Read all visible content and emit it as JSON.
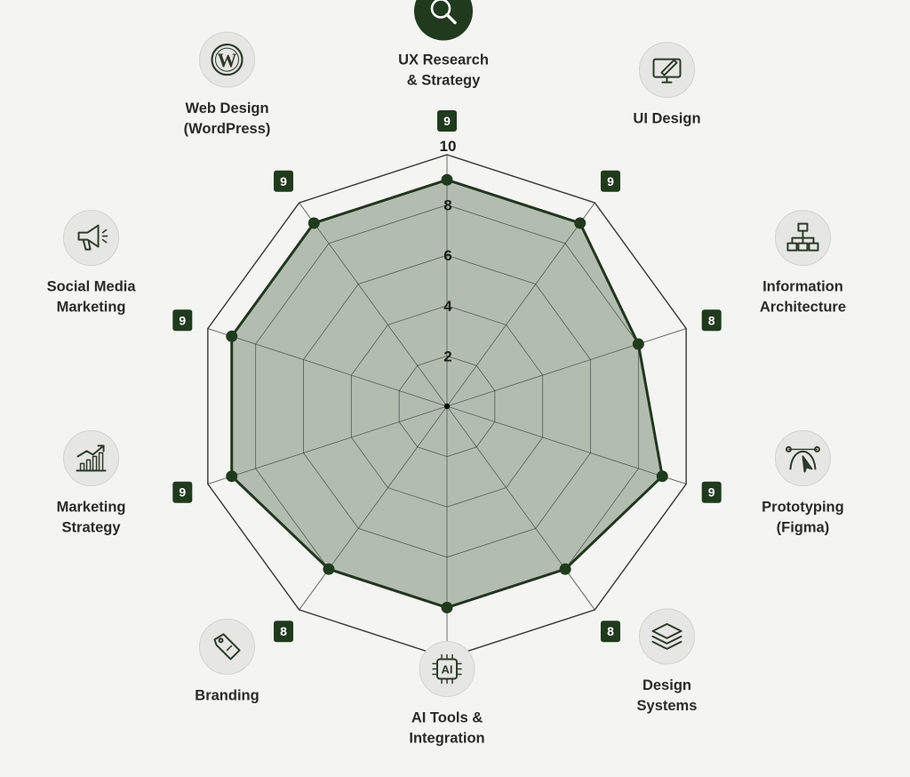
{
  "chart_data": {
    "type": "radar",
    "rlim": [
      0,
      10
    ],
    "ticks": [
      "2",
      "4",
      "6",
      "8",
      "10"
    ],
    "grid": true,
    "colors": {
      "fill": "#a8b5a5",
      "line": "#22361f",
      "marker": "#1f3a1d",
      "badge": "#1f3a1d",
      "grid": "#2b2b2b",
      "icon_bg": "#e6e6e2",
      "icon_bg_active": "#1f3a1d"
    },
    "axes": [
      {
        "label": [
          "UX Research",
          "& Strategy"
        ],
        "value": 9,
        "icon": "magnifier-icon",
        "active": true
      },
      {
        "label": [
          "UI Design"
        ],
        "value": 9,
        "icon": "monitor-pen-icon"
      },
      {
        "label": [
          "Information",
          "Architecture"
        ],
        "value": 8,
        "icon": "sitemap-icon"
      },
      {
        "label": [
          "Prototyping",
          "(Figma)"
        ],
        "value": 9,
        "icon": "bezier-curve-icon"
      },
      {
        "label": [
          "Design",
          "Systems"
        ],
        "value": 8,
        "icon": "layers-icon"
      },
      {
        "label": [
          "AI Tools &",
          "Integration"
        ],
        "value": 8,
        "icon": "ai-chip-icon"
      },
      {
        "label": [
          "Branding"
        ],
        "value": 8,
        "icon": "tag-icon"
      },
      {
        "label": [
          "Marketing",
          "Strategy"
        ],
        "value": 9,
        "icon": "growth-chart-icon"
      },
      {
        "label": [
          "Social Media",
          "Marketing"
        ],
        "value": 9,
        "icon": "megaphone-icon"
      },
      {
        "label": [
          "Web Design",
          "(WordPress)"
        ],
        "value": 9,
        "icon": "wordpress-icon"
      }
    ]
  }
}
